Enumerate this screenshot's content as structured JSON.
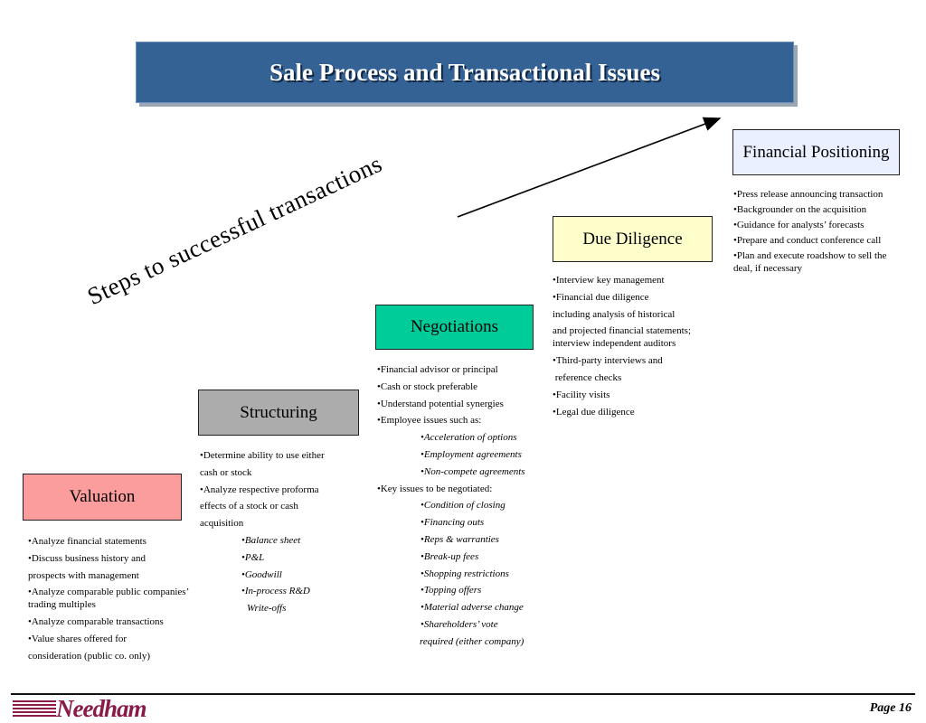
{
  "title": "Sale Process and Transactional Issues",
  "steps_label": "Steps to successful transactions",
  "stages": {
    "valuation": {
      "label": "Valuation",
      "items": [
        "•Analyze financial statements",
        "•Discuss business history and",
        "prospects with management",
        "•Analyze comparable public companies’ trading multiples",
        "•Analyze comparable transactions",
        "•Value shares offered for",
        "consideration (public co. only)"
      ]
    },
    "structuring": {
      "label": "Structuring",
      "items": [
        "•Determine ability to use either",
        "cash or stock",
        "•Analyze respective proforma",
        "effects of a stock or cash",
        "acquisition"
      ],
      "sub_items": [
        "•Balance sheet",
        "•P&L",
        "•Goodwill",
        "•In-process R&D",
        "Write-offs"
      ]
    },
    "negotiations": {
      "label": "Negotiations",
      "items_a": [
        "•Financial advisor or principal",
        "•Cash or stock preferable",
        "•Understand potential synergies",
        "•Employee issues such as:"
      ],
      "sub_a": [
        "•Acceleration of options",
        "•Employment agreements",
        "•Non-compete agreements"
      ],
      "items_b": [
        "•Key issues to be negotiated:"
      ],
      "sub_b": [
        "•Condition of closing",
        "•Financing outs",
        "•Reps & warranties",
        "•Break-up fees",
        "•Shopping restrictions",
        "•Topping offers",
        "•Material adverse change",
        "•Shareholders’ vote",
        "required (either company)"
      ]
    },
    "due_diligence": {
      "label": "Due Diligence",
      "items": [
        "•Interview key management",
        "•Financial due diligence",
        "including analysis of historical",
        "and projected financial statements; interview independent auditors",
        "•Third-party interviews and",
        " reference checks",
        "•Facility visits",
        "•Legal due diligence"
      ]
    },
    "financial_positioning": {
      "label": "Financial Positioning",
      "items": [
        "•Press release announcing transaction",
        "•Backgrounder on the acquisition",
        "•Guidance for analysts’ forecasts",
        "•Prepare and conduct conference call",
        "•Plan and execute roadshow to sell the deal, if necessary"
      ]
    }
  },
  "footer": {
    "logo_text": "Needham",
    "page": "Page 16"
  }
}
